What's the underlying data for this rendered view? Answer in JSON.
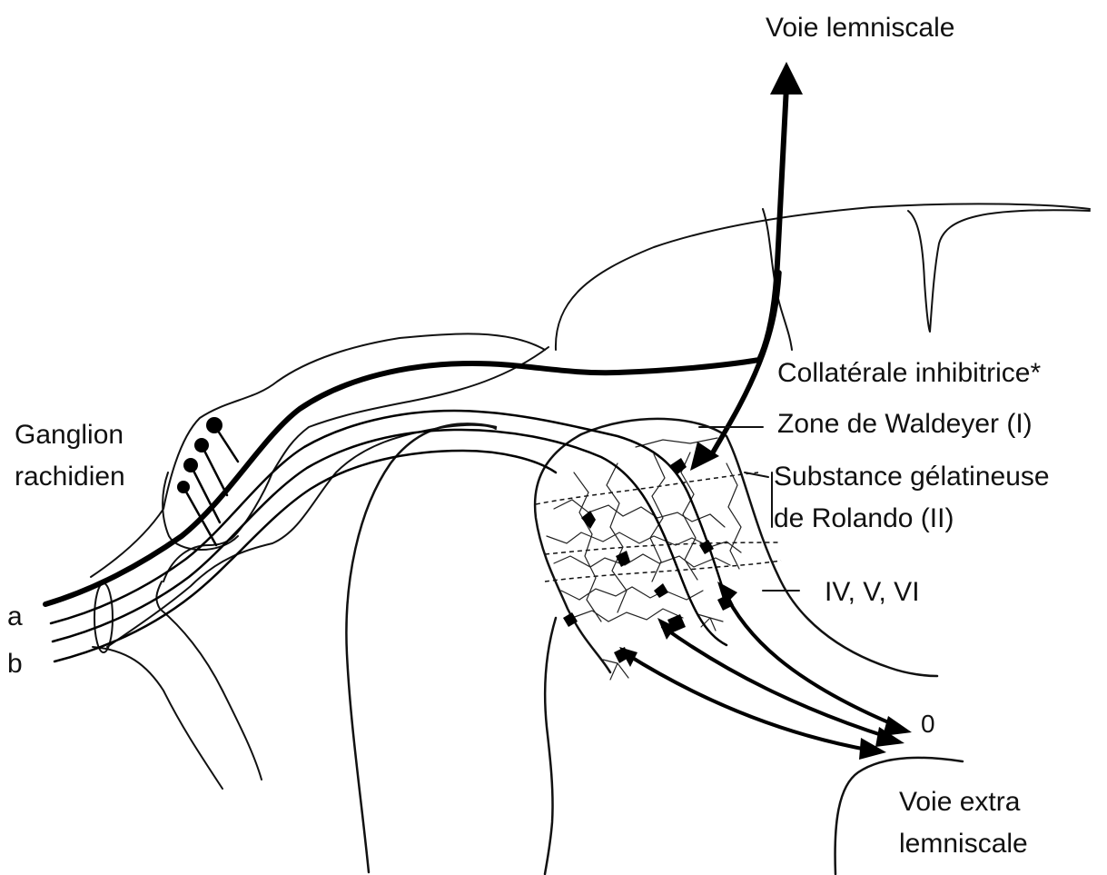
{
  "labels": {
    "voie_lemniscale": "Voie lemniscale",
    "ganglion_line1": "Ganglion",
    "ganglion_line2": "rachidien",
    "collaterale": "Collatérale inhibitrice*",
    "zone_waldeyer": "Zone de Waldeyer (I)",
    "substance_line1": "Substance gélatineuse",
    "substance_line2": "de Rolando (II)",
    "laminae": "IV, V, VI",
    "zero": "0",
    "voie_extra_line1": "Voie extra",
    "voie_extra_line2": "lemniscale",
    "fiber_a": "a",
    "fiber_b": "b"
  },
  "icons": [
    "arrow-up-icon",
    "arrow-head-icon",
    "neuron-icon",
    "ganglion-cell-icon"
  ],
  "colors": {
    "ink": "#111111",
    "background": "#ffffff"
  }
}
